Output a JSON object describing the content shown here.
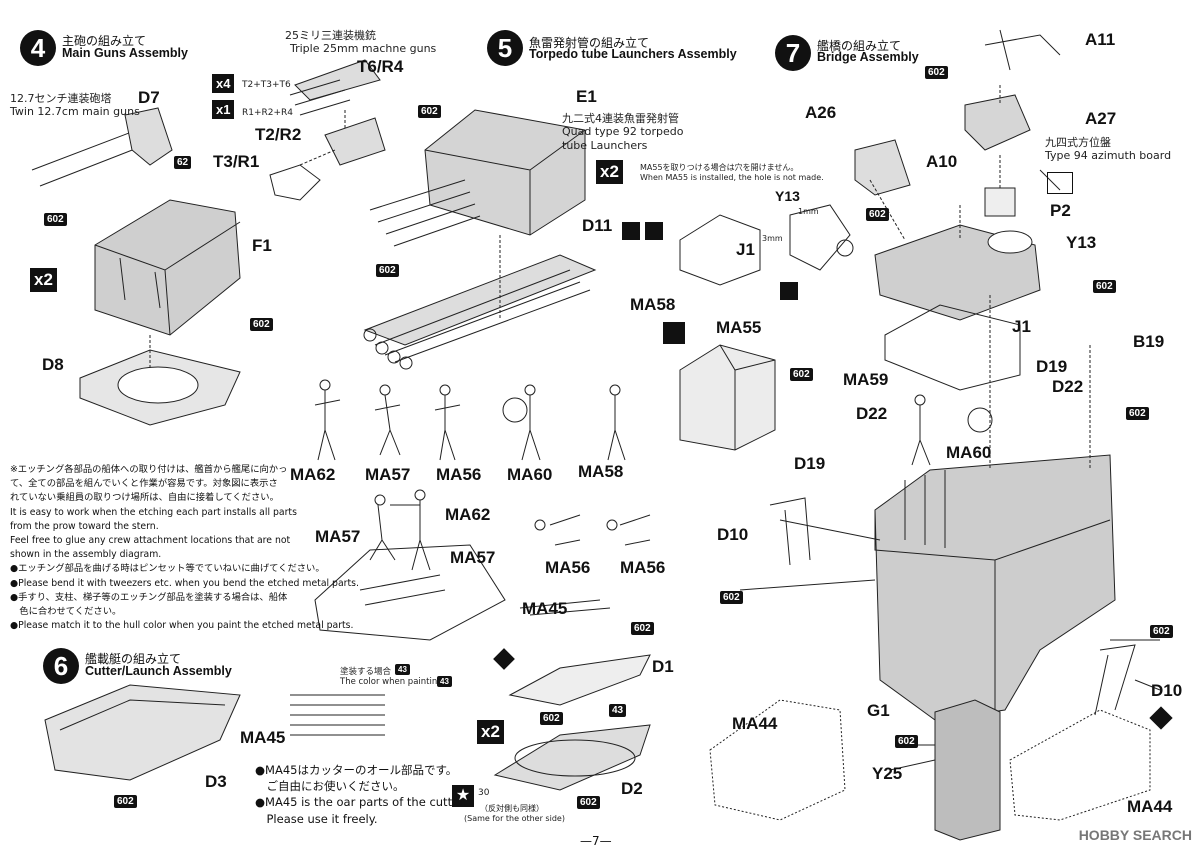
{
  "steps": {
    "s4": {
      "num": "4",
      "jp": "主砲の組み立て",
      "en": "Main Guns Assembly"
    },
    "s5": {
      "num": "5",
      "jp": "魚雷発射管の組み立て",
      "en": "Torpedo tube Launchers Assembly"
    },
    "s6": {
      "num": "6",
      "jp": "艦載艇の組み立て",
      "en": "Cutter/Launch Assembly"
    },
    "s7": {
      "num": "7",
      "jp": "艦橋の組み立て",
      "en": "Bridge Assembly"
    }
  },
  "labels": {
    "twin_jp": "12.7センチ連装砲塔",
    "twin_en": "Twin 12.7cm main guns",
    "triple_jp": "25ミリ三連装機銃",
    "triple_en": "Triple 25mm machne guns",
    "quad_jp": "九二式4連装魚雷発射管",
    "quad_en1": "Quad type 92 torpedo",
    "quad_en2": "tube Launchers",
    "azimuth_jp": "九四式方位盤",
    "azimuth_en": "Type 94 azimuth board",
    "ma55_jp": "MA55を取りつける場合は穴を開けません。",
    "ma55_en": "When MA55 is installed, the hole is not made.",
    "paint_jp": "塗装する場合",
    "paint_en": "The color when painting is",
    "same_jp": "（反対側も同様）",
    "same_en": "(Same for the other side)"
  },
  "parts": {
    "D7": "D7",
    "F1": "F1",
    "D8": "D8",
    "T6R4": "T6/R4",
    "T2R2": "T2/R2",
    "T3R1": "T3/R1",
    "E1": "E1",
    "D11": "D11",
    "J1": "J1",
    "Y13": "Y13",
    "MA58": "MA58",
    "MA55": "MA55",
    "A11": "A11",
    "A26": "A26",
    "A27": "A27",
    "A10": "A10",
    "P2": "P2",
    "Y13b": "Y13",
    "J1b": "J1",
    "B19": "B19",
    "D19": "D19",
    "D22": "D22",
    "MA59": "MA59",
    "D22b": "D22",
    "D19b": "D19",
    "MA60b": "MA60",
    "D10": "D10",
    "G1": "G1",
    "D10b": "D10",
    "Y25": "Y25",
    "MA44": "MA44",
    "MA44b": "MA44",
    "MA62": "MA62",
    "MA57": "MA57",
    "MA56": "MA56",
    "MA60": "MA60",
    "MA58b": "MA58",
    "MA57b": "MA57",
    "MA62b": "MA62",
    "MA57c": "MA57",
    "MA56b": "MA56",
    "MA56c": "MA56",
    "MA45": "MA45",
    "D1": "D1",
    "D2": "D2",
    "D3": "D3",
    "MA45b": "MA45"
  },
  "codes": {
    "c602": "602",
    "c62": "62",
    "c43": "43",
    "c30": "30",
    "x4": "x4",
    "x1": "x1",
    "x2": "x2",
    "t2": "T2+T3+T6",
    "r1": "R1+R2+R4",
    "mm1": "1mm",
    "mm3": "3mm"
  },
  "notes": [
    "※エッチング各部品の船体への取り付けは、艦首から艦尾に向かっ",
    "て、全ての部品を組んでいくと作業が容易です。対象図に表示さ",
    "れていない乗組員の取りつけ場所は、自由に接着してください。",
    "It is easy to work when the etching each part installs all parts",
    "from the prow toward the stern.",
    "Feel free to glue any crew attachment locations that are not",
    "shown in the assembly diagram.",
    "●エッチング部品を曲げる時はピンセット等でていねいに曲げてください。",
    "●Please bend it with tweezers etc. when you bend the etched metal parts.",
    "●手すり、支柱、梯子等のエッチング部品を塗装する場合は、船体",
    "　色に合わせてください。",
    "●Please match it to the hull color when you paint the etched metal parts."
  ],
  "ma45notes": [
    "●MA45はカッターのオール部品です。",
    "　ご自由にお使いください。",
    "●MA45 is the oar parts of the cutter.",
    "　Please use it freely."
  ],
  "page": "—7—",
  "watermark": "HOBBY SEARCH"
}
